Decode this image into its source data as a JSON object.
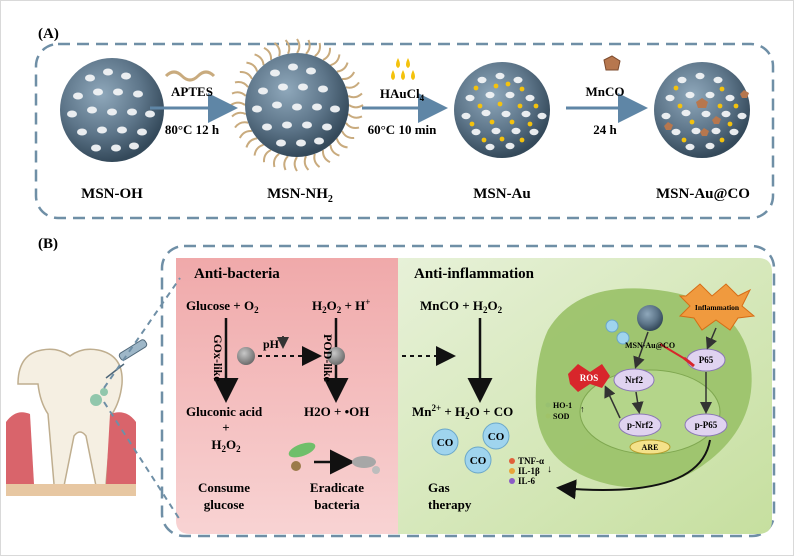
{
  "panel_a": {
    "label": "(A)",
    "step1": {
      "reagent": "APTES",
      "condition": "80°C 12 h"
    },
    "step2": {
      "reagent": "HAuCl4",
      "condition": "60°C 10 min"
    },
    "step3": {
      "reagent": "MnCO",
      "condition": "24 h"
    },
    "particles": [
      "MSN-OH",
      "MSN-NH2",
      "MSN-Au",
      "MSN-Au@CO"
    ]
  },
  "panel_b": {
    "label": "(B)",
    "anti_bacteria": {
      "title": "Anti-bacteria",
      "glucose_o2": "Glucose + O2",
      "gox_like": "GOx-like",
      "ph": "pH",
      "h2o2_h": "H2O2 + H+",
      "pod_like": "POD-like",
      "gluconic_acid": "Gluconic acid",
      "plus": "+",
      "h2o2": "H2O2",
      "h2o_oh": "H2O + •OH",
      "consume": [
        "Consume",
        "glucose"
      ],
      "eradicate": [
        "Eradicate",
        "bacteria"
      ]
    },
    "anti_inflammation": {
      "title": "Anti-inflammation",
      "mnco_h2o2": "MnCO + H2O2",
      "products": "Mn2+ + H2O + CO",
      "co": "CO",
      "gas_therapy": [
        "Gas",
        "therapy"
      ],
      "markers_down": [
        "TNF-α",
        "IL-1β",
        "IL-6"
      ],
      "markers_up": [
        "HO-1",
        "SOD"
      ],
      "cell": {
        "particle": "MSN-Au@CO",
        "inflammation": "Inflammation",
        "ros": "ROS",
        "nrf2": "Nrf2",
        "p_nrf2": "p-Nrf2",
        "are": "ARE",
        "p65": "P65",
        "p_p65": "p-P65"
      }
    }
  },
  "colors": {
    "dashed_border": "#6f8fa6",
    "process_arrow": "#5f86a6",
    "bacteria_bg": "#f3b8b8",
    "inflammation_bg": "#d9ebc2",
    "cell_green": "#9cc36b",
    "co_bubble": "#9fd4ee",
    "ros_red": "#d8262b"
  }
}
